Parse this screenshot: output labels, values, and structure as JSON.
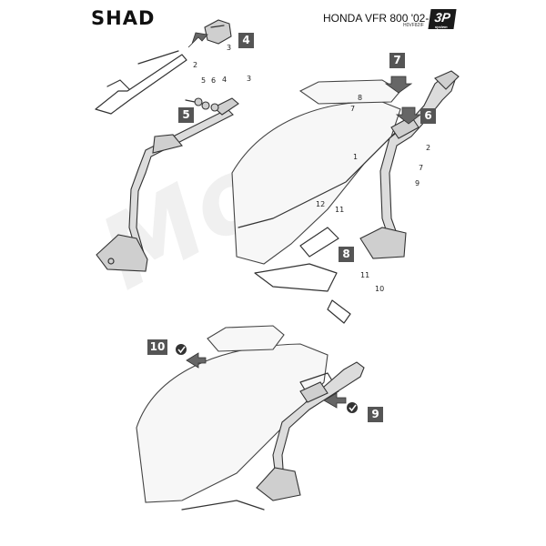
{
  "header": {
    "brand": "SHAD",
    "model": "HONDA VFR 800 '02-11",
    "code": "H0VF82IF",
    "badge": "3P",
    "badge_sub": "system"
  },
  "steps": {
    "s4": "4",
    "s5": "5",
    "s6": "6",
    "s7": "7",
    "s8": "8",
    "s9": "9",
    "s10": "10"
  },
  "callouts": {
    "c2a": "2",
    "c3a": "3",
    "c3b": "3",
    "c4": "4",
    "c5": "5",
    "c6": "6",
    "c8": "8",
    "c7a": "7",
    "c2b": "2",
    "c1": "1",
    "c7b": "7",
    "c9": "9",
    "c12": "12",
    "c11a": "11",
    "c11b": "11",
    "c10": "10"
  },
  "watermark": "Moto"
}
